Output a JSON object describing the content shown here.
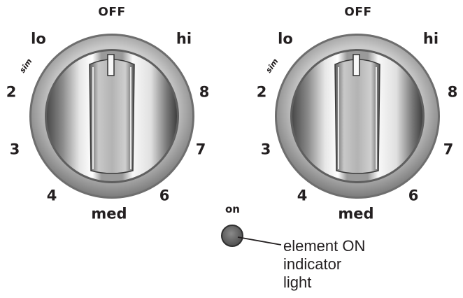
{
  "dials": [
    {
      "id": "left",
      "labels": {
        "off": "OFF",
        "lo": "lo",
        "sim": "sim",
        "hi": "hi",
        "two": "2",
        "three": "3",
        "four": "4",
        "med": "med",
        "six": "6",
        "seven": "7",
        "eight": "8"
      }
    },
    {
      "id": "right",
      "labels": {
        "off": "OFF",
        "lo": "lo",
        "sim": "sim",
        "hi": "hi",
        "two": "2",
        "three": "3",
        "four": "4",
        "med": "med",
        "six": "6",
        "seven": "7",
        "eight": "8"
      }
    }
  ],
  "indicator": {
    "label": "on",
    "callout_lines": [
      "element ON",
      "indicator",
      "light"
    ]
  },
  "colors": {
    "text": "#231f20",
    "bezel": "#8c8c8c",
    "knob_dark": "#5a5a5a",
    "indicator_fill": "#6b6b6b"
  }
}
